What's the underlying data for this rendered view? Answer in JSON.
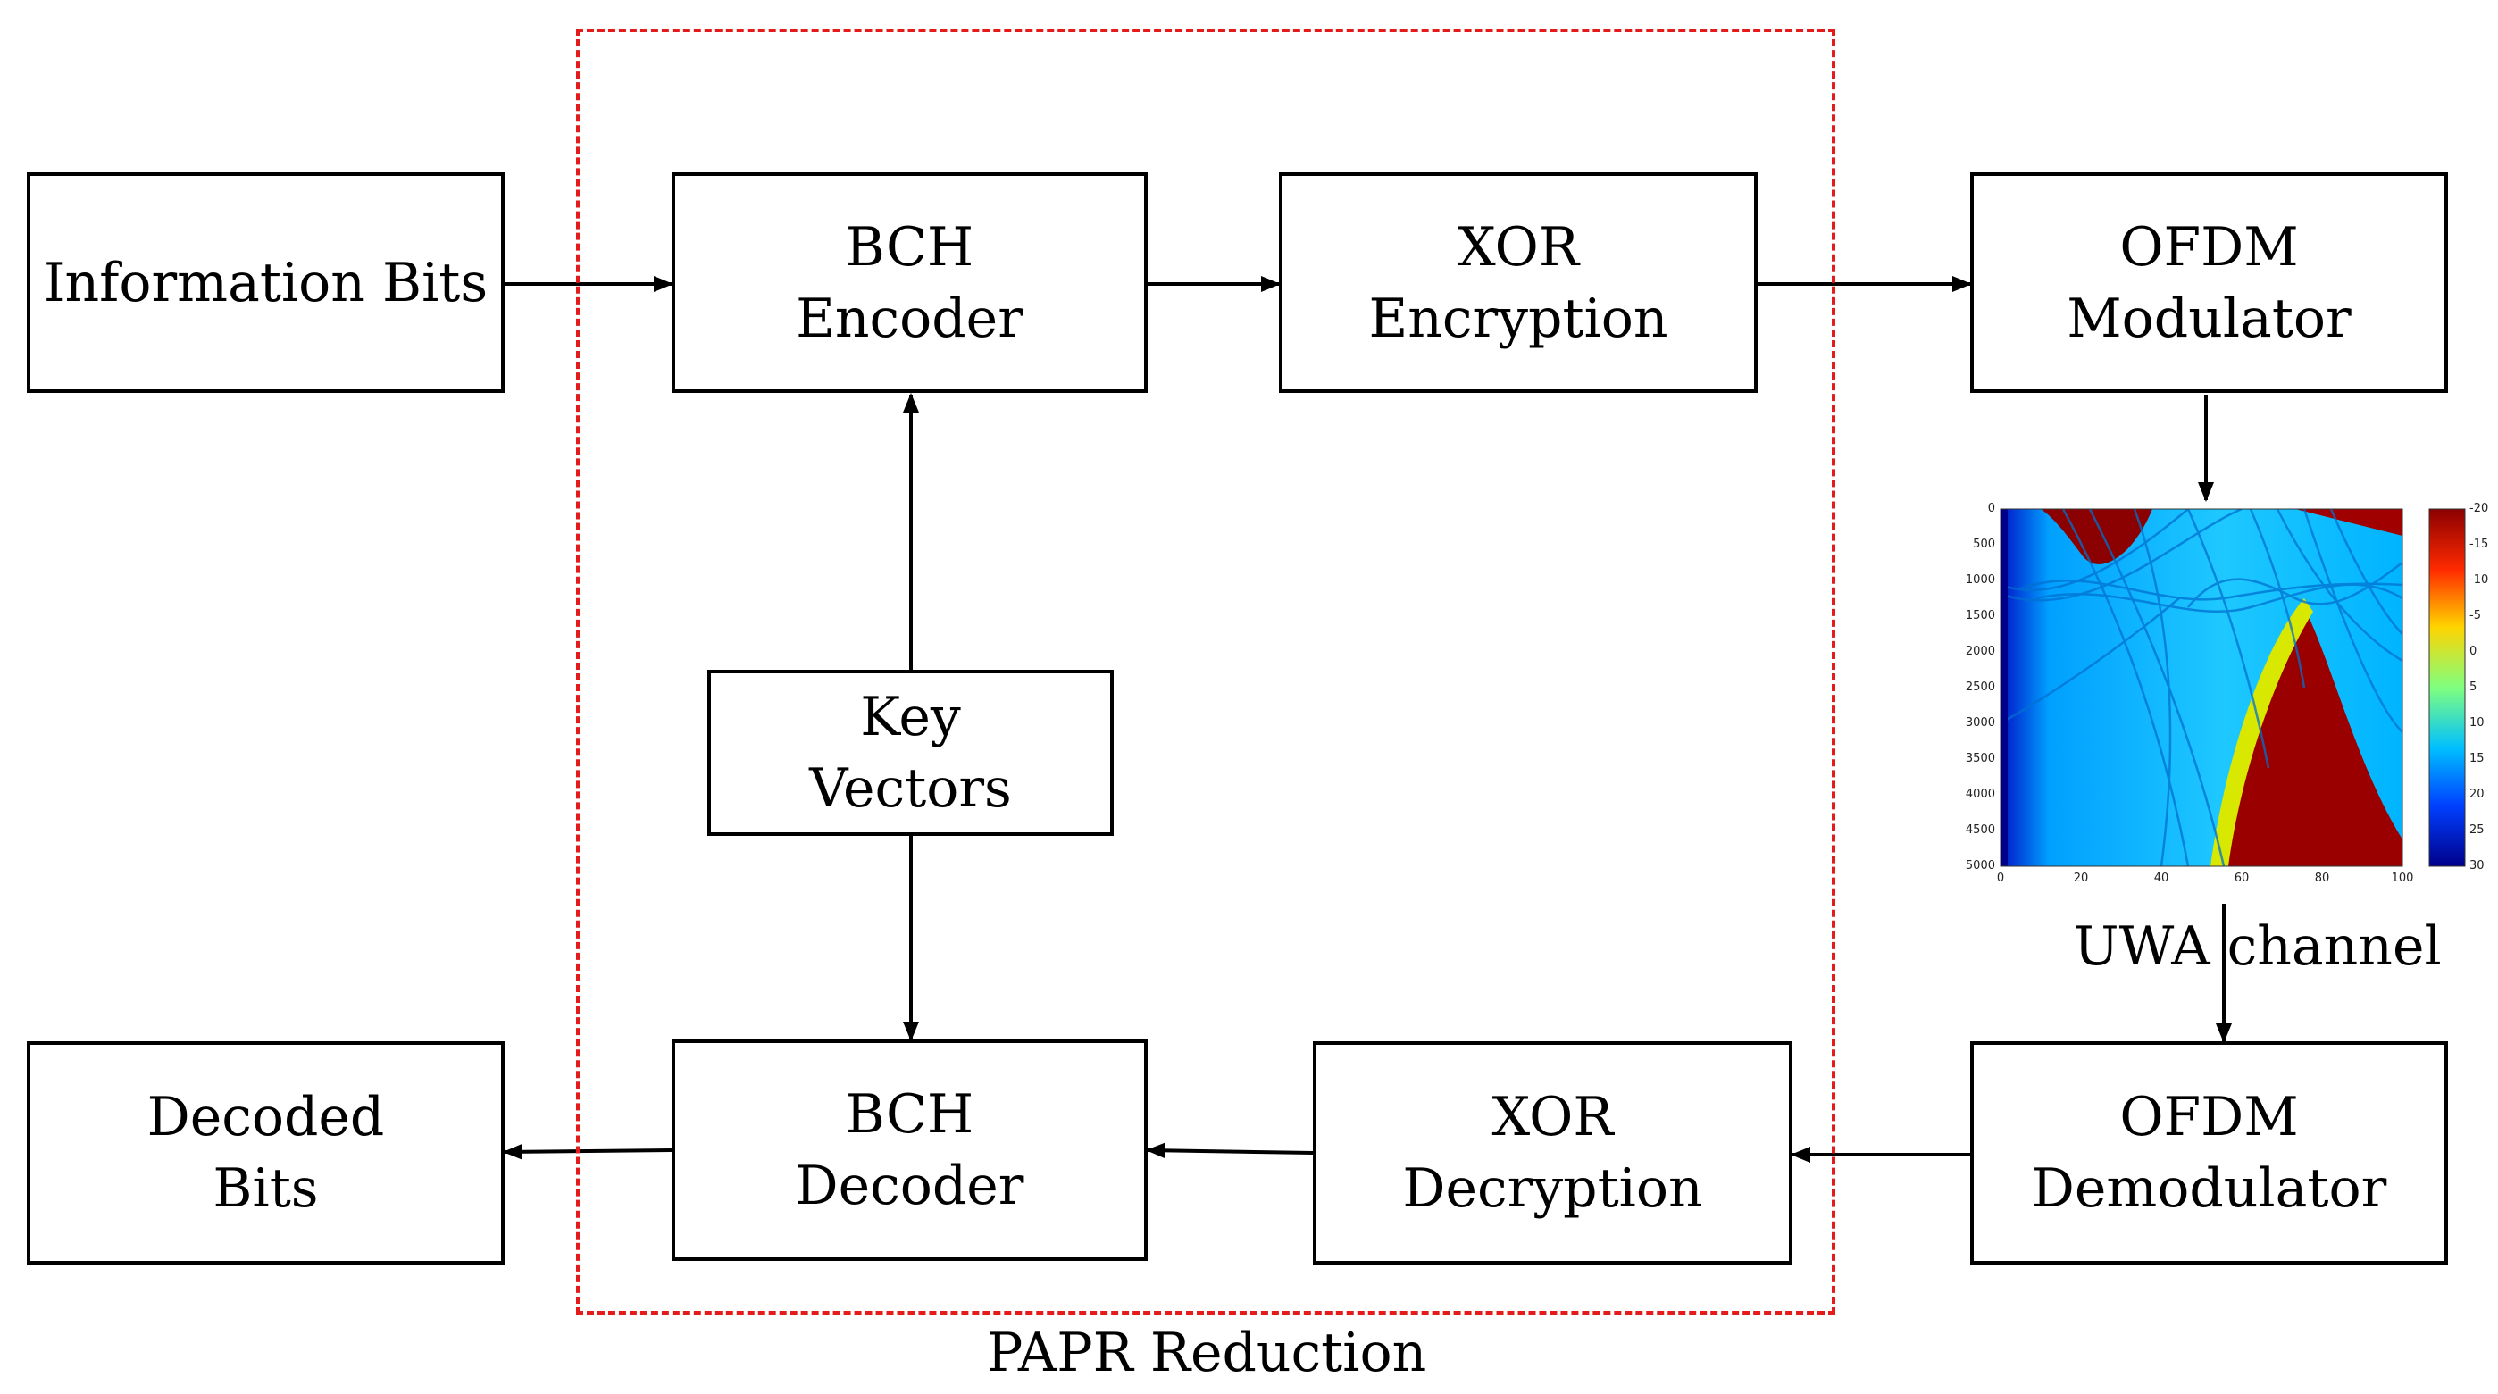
{
  "region_label": "PAPR Reduction",
  "boxes": {
    "information_bits": "Information Bits",
    "bch_encoder_line1": "BCH",
    "bch_encoder_line2": "Encoder",
    "xor_encryption_line1": "XOR",
    "xor_encryption_line2": "Encryption",
    "ofdm_modulator_line1": "OFDM",
    "ofdm_modulator_line2": "Modulator",
    "key_vectors_line1": "Key",
    "key_vectors_line2": "Vectors",
    "decoded_bits_line1": "Decoded",
    "decoded_bits_line2": "Bits",
    "bch_decoder_line1": "BCH",
    "bch_decoder_line2": "Decoder",
    "xor_decryption_line1": "XOR",
    "xor_decryption_line2": "Decryption",
    "ofdm_demodulator_line1": "OFDM",
    "ofdm_demodulator_line2": "Demodulator"
  },
  "channel_label": "UWA channel",
  "channel_plot": {
    "y_ticks": [
      "0",
      "500",
      "1000",
      "1500",
      "2000",
      "2500",
      "3000",
      "3500",
      "4000",
      "4500",
      "5000"
    ],
    "x_ticks": [
      "0",
      "20",
      "40",
      "60",
      "80",
      "100"
    ],
    "colorbar_ticks": [
      "-20",
      "-15",
      "-10",
      "-5",
      "0",
      "5",
      "10",
      "15",
      "20",
      "25",
      "30"
    ],
    "colormap": [
      "#8b0000",
      "#ff2a00",
      "#ffd400",
      "#7fff7f",
      "#00bfff",
      "#0040ff",
      "#00008b"
    ]
  }
}
